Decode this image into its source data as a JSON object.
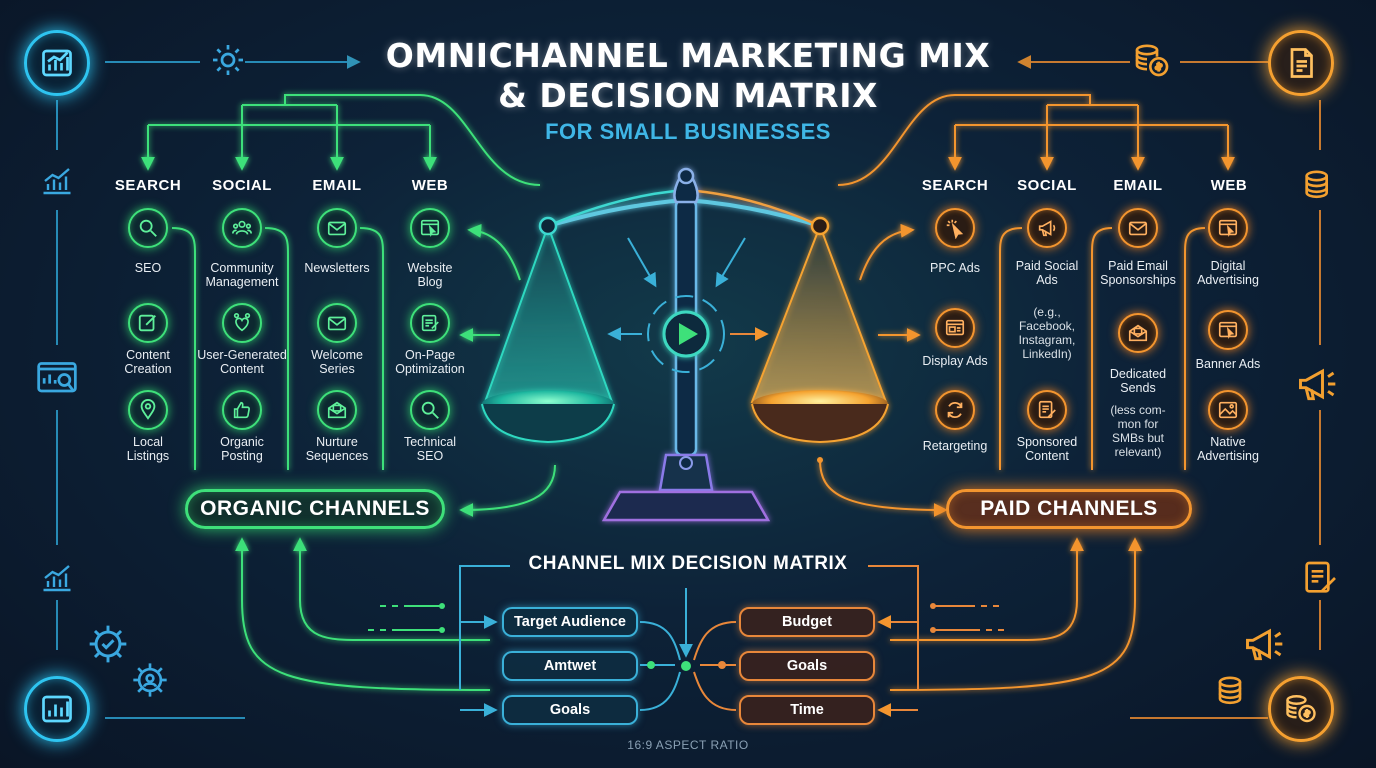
{
  "header": {
    "title_line1": "OMNICHANNEL MARKETING MIX",
    "title_line2": "& DECISION MATRIX",
    "subtitle": "FOR SMALL BUSINESSES"
  },
  "organic": {
    "label": "ORGANIC CHANNELS",
    "color": "#3ee07a",
    "columns": [
      {
        "heading": "SEARCH",
        "items": [
          {
            "icon": "magnifier-icon",
            "label": "SEO"
          },
          {
            "icon": "pencil-icon",
            "label": "Content\nCreation"
          },
          {
            "icon": "map-pin-icon",
            "label": "Local\nListings"
          }
        ]
      },
      {
        "heading": "SOCIAL",
        "items": [
          {
            "icon": "community-icon",
            "label": "Community\nManagement"
          },
          {
            "icon": "hearts-icon",
            "label": "User-Generated\nContent"
          },
          {
            "icon": "thumbs-up-icon",
            "label": "Organic\nPosting"
          }
        ]
      },
      {
        "heading": "EMAIL",
        "items": [
          {
            "icon": "envelope-icon",
            "label": "Newsletters"
          },
          {
            "icon": "envelope-icon",
            "label": "Welcome\nSeries"
          },
          {
            "icon": "open-envelope-icon",
            "label": "Nurture\nSequences"
          }
        ]
      },
      {
        "heading": "WEB",
        "items": [
          {
            "icon": "browser-cursor-icon",
            "label": "Website\nBlog"
          },
          {
            "icon": "document-edit-icon",
            "label": "On-Page\nOptimization"
          },
          {
            "icon": "magnifier-icon",
            "label": "Technical\nSEO"
          }
        ]
      }
    ]
  },
  "paid": {
    "label": "PAID CHANNELS",
    "color": "#f3952f",
    "columns": [
      {
        "heading": "SEARCH",
        "items": [
          {
            "icon": "click-cursor-icon",
            "label": "PPC Ads"
          },
          {
            "icon": "display-ad-icon",
            "label": "Display Ads"
          },
          {
            "icon": "refresh-icon",
            "label": "Retargeting"
          }
        ]
      },
      {
        "heading": "SOCIAL",
        "items": [
          {
            "icon": "megaphone-icon",
            "label": "Paid Social\nAds"
          },
          {
            "icon": "document-pencil-icon",
            "label": "Sponsored\nContent"
          }
        ],
        "note": "(e.g.,\nFacebook,\nInstagram,\nLinkedIn)"
      },
      {
        "heading": "EMAIL",
        "items": [
          {
            "icon": "envelope-icon",
            "label": "Paid Email\nSponsorships"
          },
          {
            "icon": "open-envelope-icon",
            "label": "Dedicated\nSends"
          }
        ],
        "note": "(less com-\nmon for\nSMBs but\nrelevant)"
      },
      {
        "heading": "WEB",
        "items": [
          {
            "icon": "browser-cursor-icon",
            "label": "Digital\nAdvertising"
          },
          {
            "icon": "browser-cursor-icon",
            "label": "Banner Ads"
          },
          {
            "icon": "image-frame-icon",
            "label": "Native\nAdvertising"
          }
        ]
      }
    ]
  },
  "matrix": {
    "title": "CHANNEL MIX DECISION MATRIX",
    "left_factors": [
      "Target Audience",
      "Amtwet",
      "Goals"
    ],
    "right_factors": [
      "Budget",
      "Goals",
      "Time"
    ]
  },
  "center": {
    "scale_icon": "balance-scale-icon",
    "hub_icon": "play-icon"
  },
  "decor": {
    "left_icons": [
      "bar-chart-icon",
      "gear-icon",
      "line-chart-icon",
      "dashboard-icon",
      "line-chart-icon",
      "gear-check-icon",
      "gear-icon",
      "bar-chart-icon"
    ],
    "right_icons": [
      "document-icon",
      "coins-icon",
      "coins-icon",
      "megaphone-icon",
      "document-pencil-icon",
      "megaphone-icon",
      "coins-icon",
      "dollar-coins-icon"
    ]
  },
  "footnote": "16:9 ASPECT RATIO"
}
